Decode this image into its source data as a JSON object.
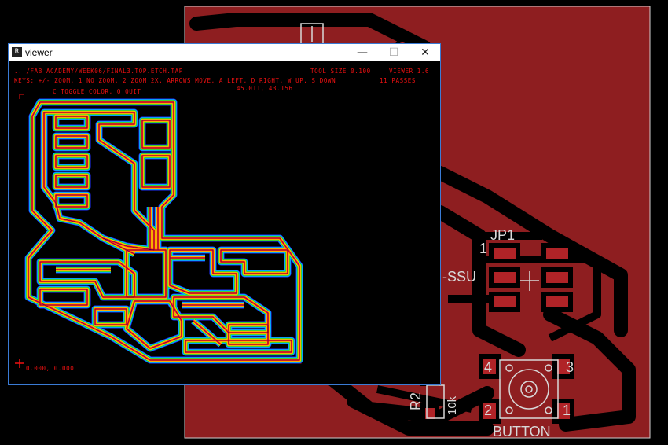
{
  "window": {
    "title": "viewer",
    "icon": "app-icon",
    "app_icon_glyph": "R",
    "min_glyph": "—",
    "max_glyph": "☐",
    "close_glyph": "✕"
  },
  "viewer": {
    "file_path": ".../Fab Academy/Week06/Final3.top.etch.tap",
    "tool_size": "tool size 0.100",
    "version": "Viewer 1.6",
    "keys_help": "Keys: +/- zoom, 1 no zoom, 2 zoom 2x, arrows move, a left, d right, w up, s down",
    "passes": "11 passes",
    "toggle_help": "c toggle color, q quit",
    "cursor_coords": "45.011, 43.156",
    "origin_coords": "0.000, 0.000"
  },
  "board": {
    "labels": {
      "jp1": "JP1",
      "pin1": "1",
      "ssu": "-SSU",
      "r2": "R2",
      "r_value": "10k",
      "button": "BUTTON",
      "pin4": "4",
      "pin3": "3",
      "pin2": "2",
      "pin1b": "1"
    },
    "colors": {
      "board": "#8e1e20",
      "trace": "#b02327",
      "silk": "#d8d8d8"
    }
  }
}
